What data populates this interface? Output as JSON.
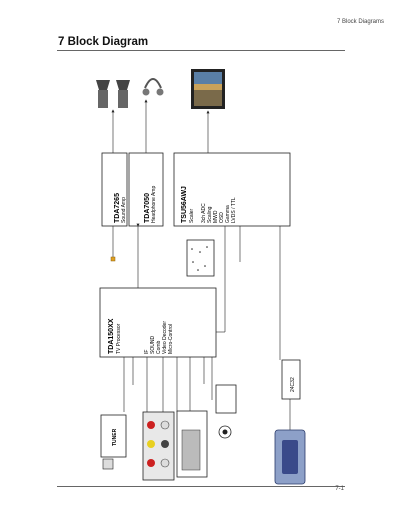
{
  "header": {
    "section": "7 Block Diagrams"
  },
  "title": "7 Block Diagram",
  "footer": {
    "page": "7-1"
  },
  "blocks": {
    "tda7265": {
      "name": "TDA7265",
      "desc": "Sound Amp"
    },
    "tda7050": {
      "name": "TDA7050",
      "desc": "Headphone Amp"
    },
    "tsu": {
      "name": "TSU56AWJ",
      "desc": "Scaler",
      "features": [
        "3ch ADC",
        "Scaling",
        "MWD",
        "OSD",
        "Gamma",
        "LVDS / TTL"
      ]
    },
    "tda15": {
      "name": "TDA150XX",
      "desc": "TV Processor",
      "features": [
        "IF",
        "SOUND",
        "Comb",
        "Video Decoder",
        "Micro-Control"
      ]
    },
    "eeprom": {
      "name": "24C32"
    },
    "tuner": {
      "name": "TUNER"
    }
  }
}
